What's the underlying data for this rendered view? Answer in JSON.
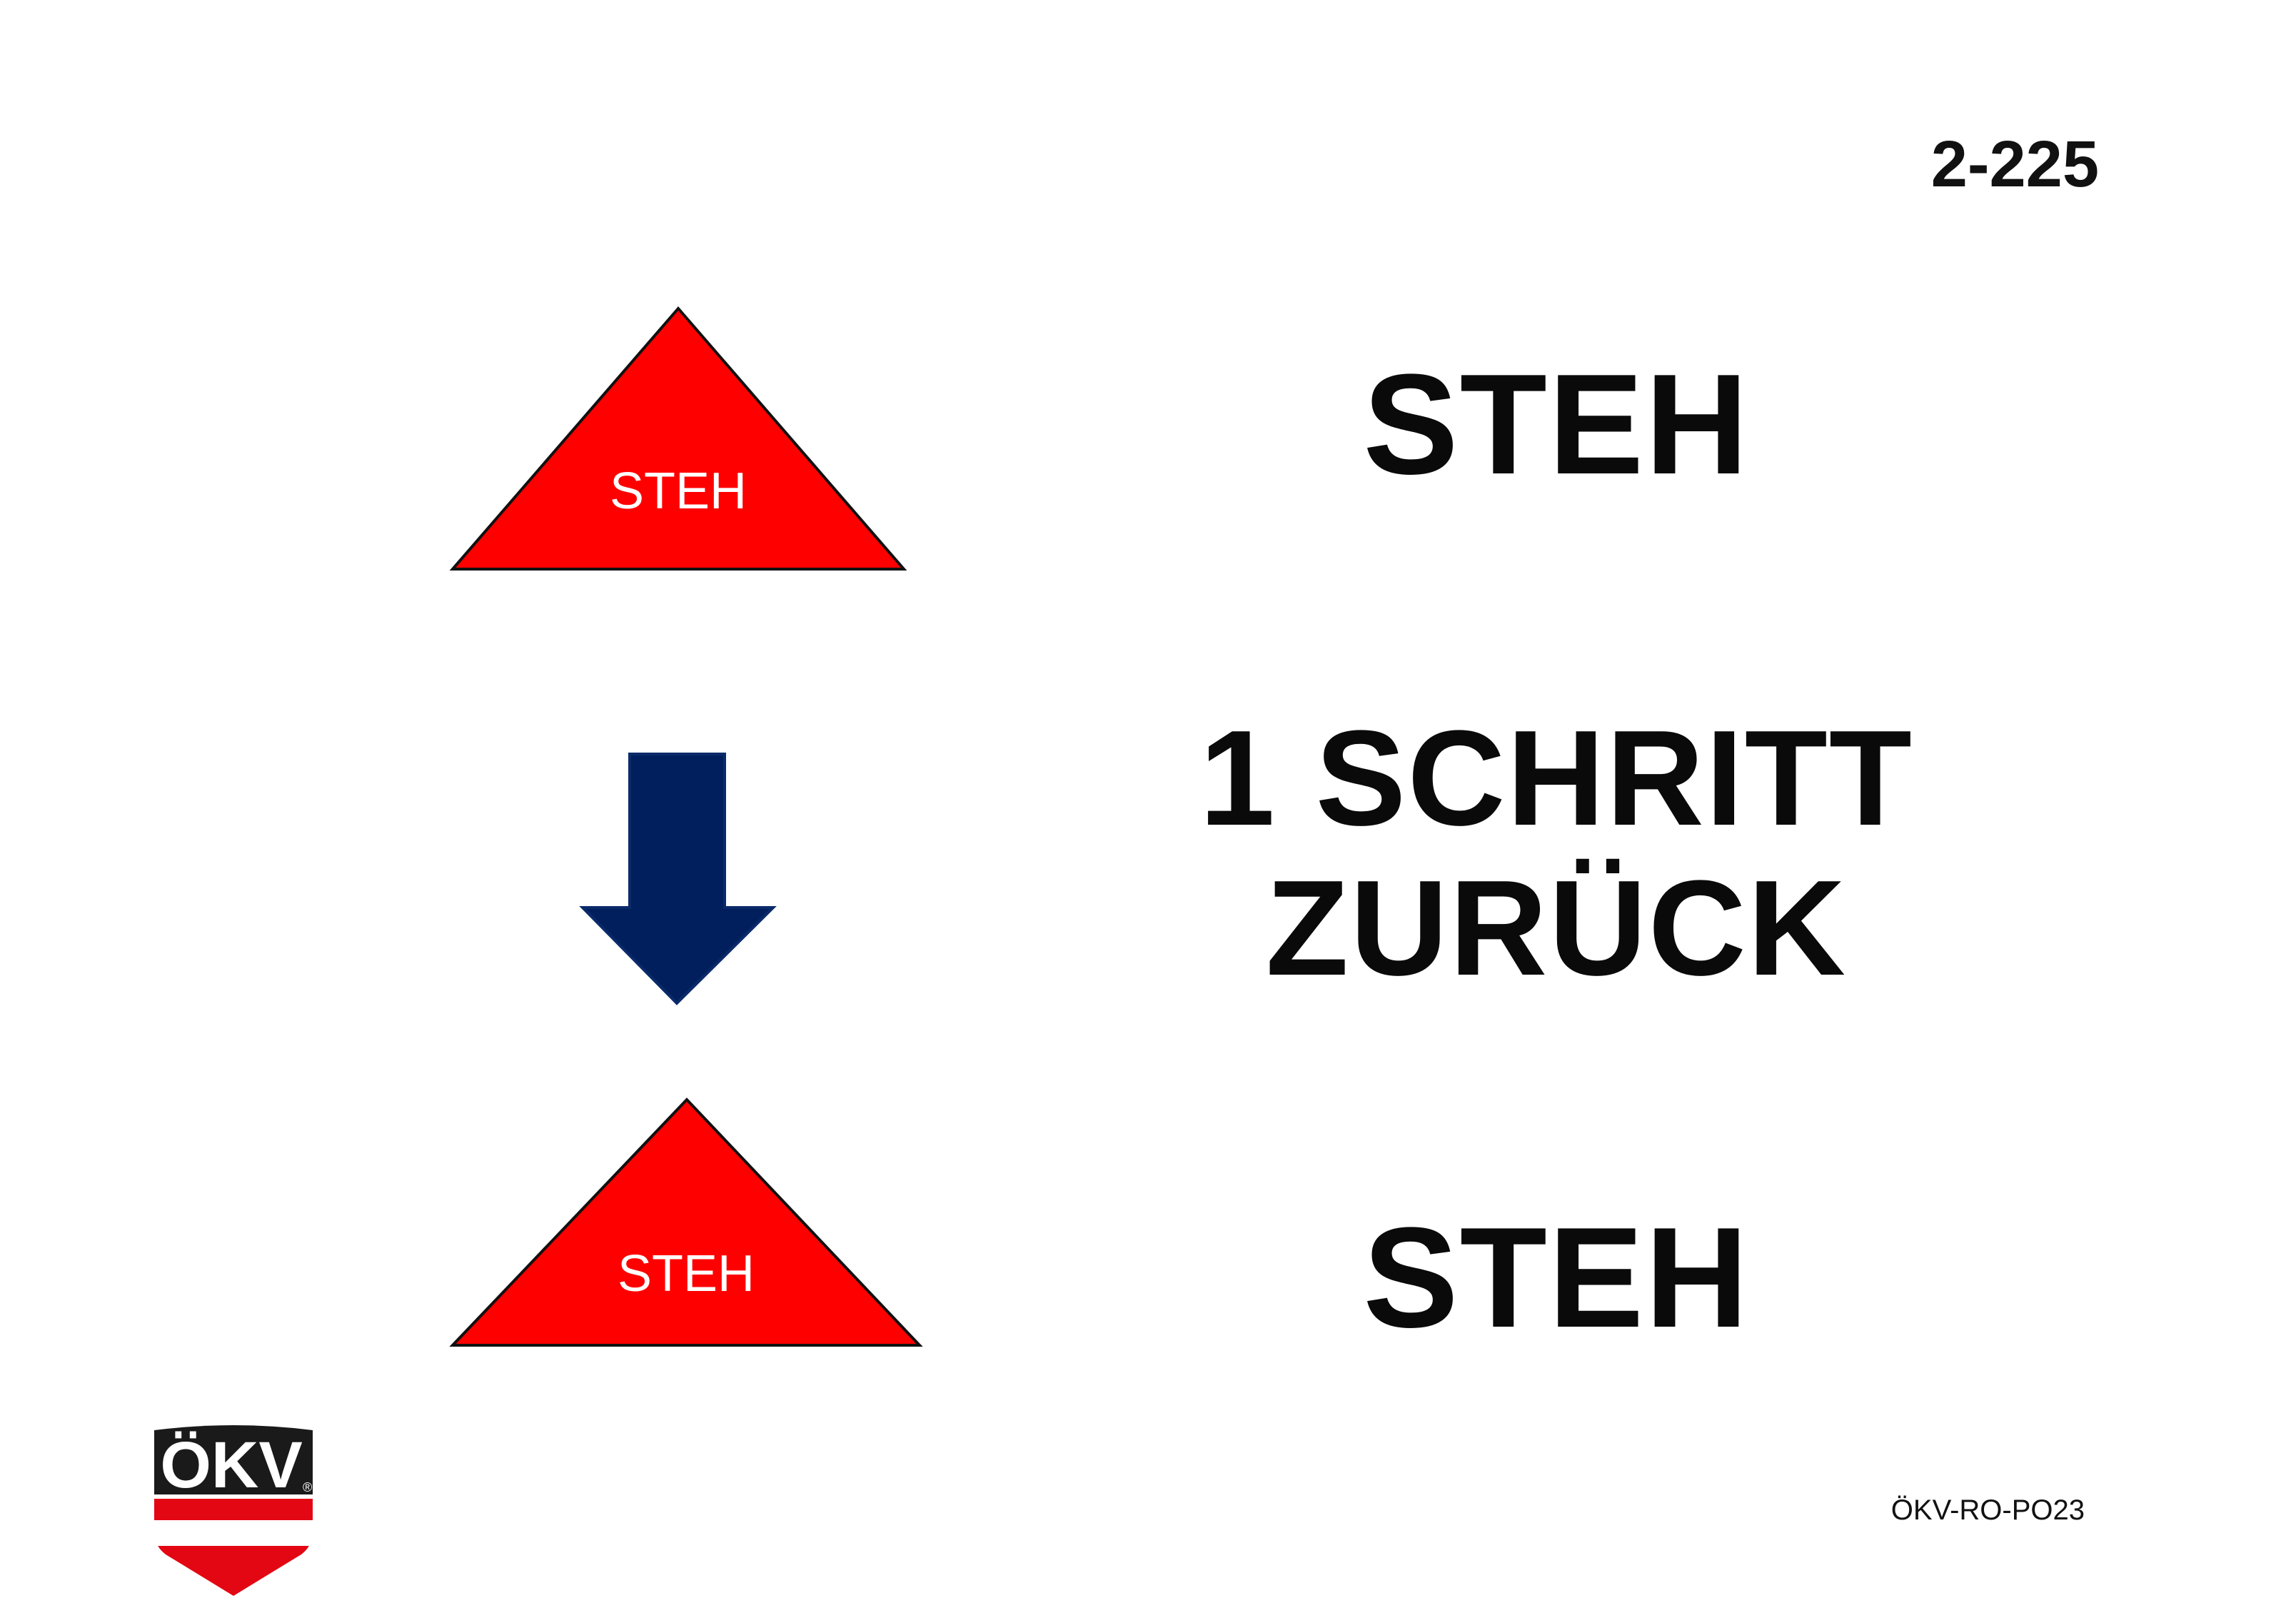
{
  "page_number": "2-225",
  "steps": {
    "first_sign": {
      "label": "STEH",
      "color": "#ff0000"
    },
    "second_sign": {
      "label": "STEH",
      "color": "#ff0000"
    },
    "arrow": {
      "icon": "arrow-down-icon",
      "color": "#001f5c"
    }
  },
  "instructions": {
    "step1": "STEH",
    "line1": "1 SCHRITT",
    "line2": "ZURÜCK",
    "step2": "STEH"
  },
  "footer": {
    "logo_text": "ÖKV",
    "logo_mark": "®",
    "doc_code": "ÖKV-RO-PO23"
  }
}
